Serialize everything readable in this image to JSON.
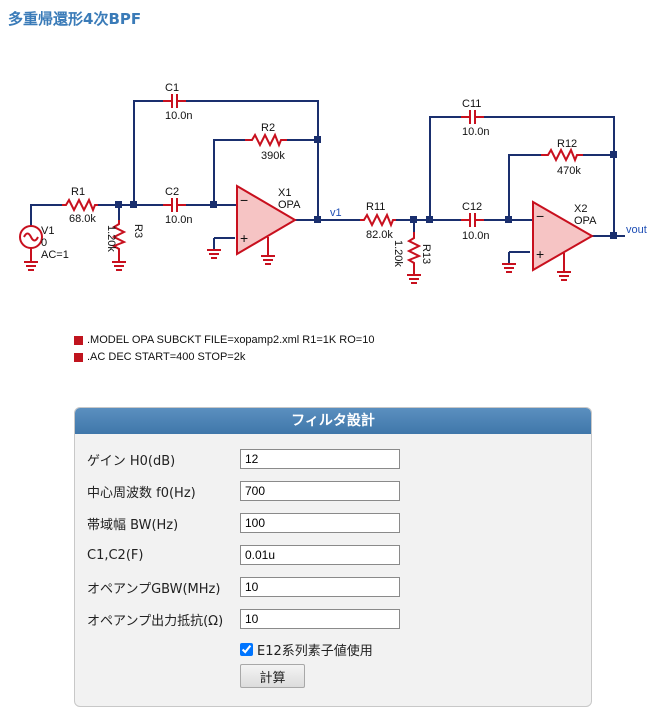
{
  "title": "多重帰還形4次BPF",
  "schematic": {
    "components": {
      "v1": {
        "name": "V1",
        "dc": "0",
        "ac": "AC=1"
      },
      "r1": {
        "name": "R1",
        "value": "68.0k"
      },
      "r2": {
        "name": "R2",
        "value": "390k"
      },
      "r3": {
        "name": "R3",
        "value": "1.20k"
      },
      "c1": {
        "name": "C1",
        "value": "10.0n"
      },
      "c2": {
        "name": "C2",
        "value": "10.0n"
      },
      "x1": {
        "name": "X1",
        "model": "OPA"
      },
      "r11": {
        "name": "R11",
        "value": "82.0k"
      },
      "r12": {
        "name": "R12",
        "value": "470k"
      },
      "r13": {
        "name": "R13",
        "value": "1.20k"
      },
      "c11": {
        "name": "C11",
        "value": "10.0n"
      },
      "c12": {
        "name": "C12",
        "value": "10.0n"
      },
      "x2": {
        "name": "X2",
        "model": "OPA"
      }
    },
    "nets": {
      "v1": "v1",
      "vout": "vout"
    },
    "opamp_minus": "−",
    "opamp_plus": "+"
  },
  "directives": [
    ".MODEL OPA SUBCKT FILE=xopamp2.xml R1=1K RO=10",
    ".AC DEC START=400 STOP=2k"
  ],
  "panel": {
    "title": "フィルタ設計",
    "fields": [
      {
        "label": "ゲイン H0(dB)",
        "value": "12"
      },
      {
        "label": "中心周波数 f0(Hz)",
        "value": "700"
      },
      {
        "label": "帯域幅 BW(Hz)",
        "value": "100"
      },
      {
        "label": "C1,C2(F)",
        "value": "0.01u"
      },
      {
        "label": "オペアンプGBW(MHz)",
        "value": "10"
      },
      {
        "label": "オペアンプ出力抵抗(Ω)",
        "value": "10"
      }
    ],
    "checkbox_label": "E12系列素子値使用",
    "checkbox_checked": true,
    "button_label": "計算"
  },
  "colors": {
    "wire": "#1a2f6e",
    "component": "#c8101e",
    "opamp_fill": "#f6c4c4",
    "header": "#4a82b6"
  }
}
